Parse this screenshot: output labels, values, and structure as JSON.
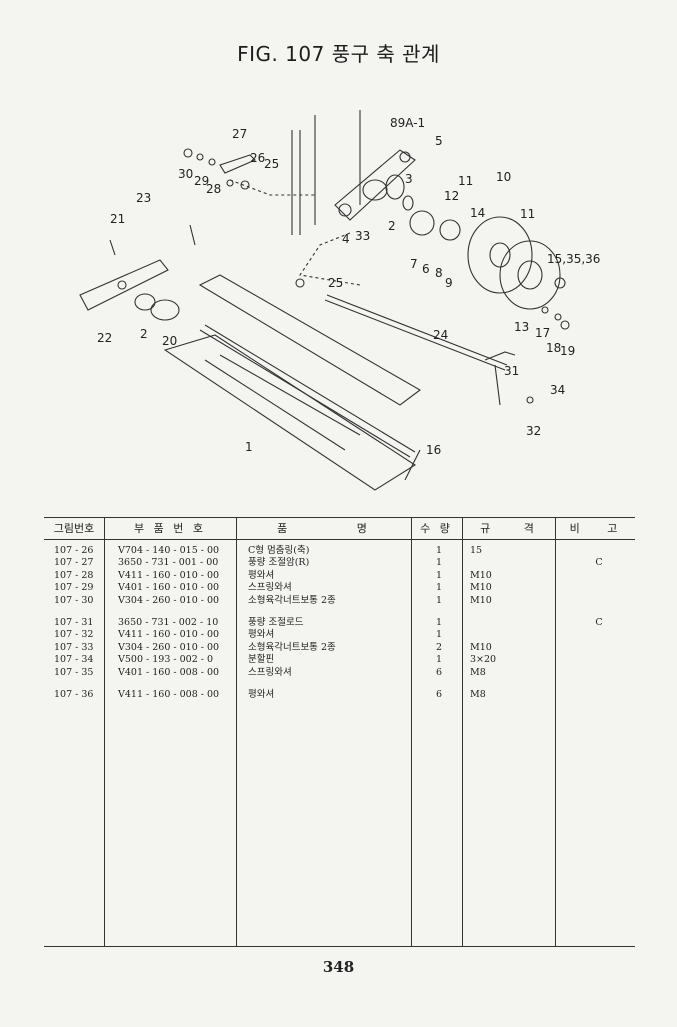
{
  "title": "FIG. 107 풍구 축 관계",
  "page_number": "348",
  "callouts": [
    "89A-1",
    "27",
    "26",
    "25",
    "5",
    "30",
    "29",
    "28",
    "3",
    "11",
    "10",
    "23",
    "12",
    "14",
    "11",
    "21",
    "4",
    "33",
    "2",
    "7",
    "6",
    "8",
    "9",
    "15,35,36",
    "25",
    "22",
    "2",
    "20",
    "24",
    "13",
    "17",
    "18",
    "19",
    "31",
    "34",
    "1",
    "32",
    "16"
  ],
  "table": {
    "headers": [
      "그림번호",
      "부 품 번 호",
      "품 명",
      "수 량",
      "규 격",
      "비 고"
    ],
    "rows": [
      {
        "fig": "107 - 26",
        "part": "V704 - 140 - 015 - 00",
        "name": "C형 멈춤링(축)",
        "qty": "1",
        "spec": "15",
        "note": ""
      },
      {
        "fig": "107 - 27",
        "part": "3650 - 731 - 001 - 00",
        "name": "풍량 조절암(R)",
        "qty": "1",
        "spec": "",
        "note": "C"
      },
      {
        "fig": "107 - 28",
        "part": "V411 - 160 - 010 - 00",
        "name": "평와셔",
        "qty": "1",
        "spec": "M10",
        "note": ""
      },
      {
        "fig": "107 - 29",
        "part": "V401 - 160 - 010 - 00",
        "name": "스프링와셔",
        "qty": "1",
        "spec": "M10",
        "note": ""
      },
      {
        "fig": "107 - 30",
        "part": "V304 - 260 - 010 - 00",
        "name": "소형육각너트보통 2종",
        "qty": "1",
        "spec": "M10",
        "note": ""
      },
      {
        "gap": true
      },
      {
        "fig": "107 - 31",
        "part": "3650 - 731 - 002 - 10",
        "name": "풍량 조절로드",
        "qty": "1",
        "spec": "",
        "note": "C"
      },
      {
        "fig": "107 - 32",
        "part": "V411 - 160 - 010 - 00",
        "name": "평와셔",
        "qty": "1",
        "spec": "",
        "note": ""
      },
      {
        "fig": "107 - 33",
        "part": "V304 - 260 - 010 - 00",
        "name": "소형육각너트보통 2종",
        "qty": "2",
        "spec": "M10",
        "note": ""
      },
      {
        "fig": "107 - 34",
        "part": "V500 - 193 - 002 - 0",
        "name": "분할핀",
        "qty": "1",
        "spec": "3×20",
        "note": ""
      },
      {
        "fig": "107 - 35",
        "part": "V401 - 160 - 008 - 00",
        "name": "스프링와셔",
        "qty": "6",
        "spec": "M8",
        "note": ""
      },
      {
        "gap": true
      },
      {
        "fig": "107 - 36",
        "part": "V411 - 160 - 008 - 00",
        "name": "평와셔",
        "qty": "6",
        "spec": "M8",
        "note": ""
      }
    ]
  }
}
